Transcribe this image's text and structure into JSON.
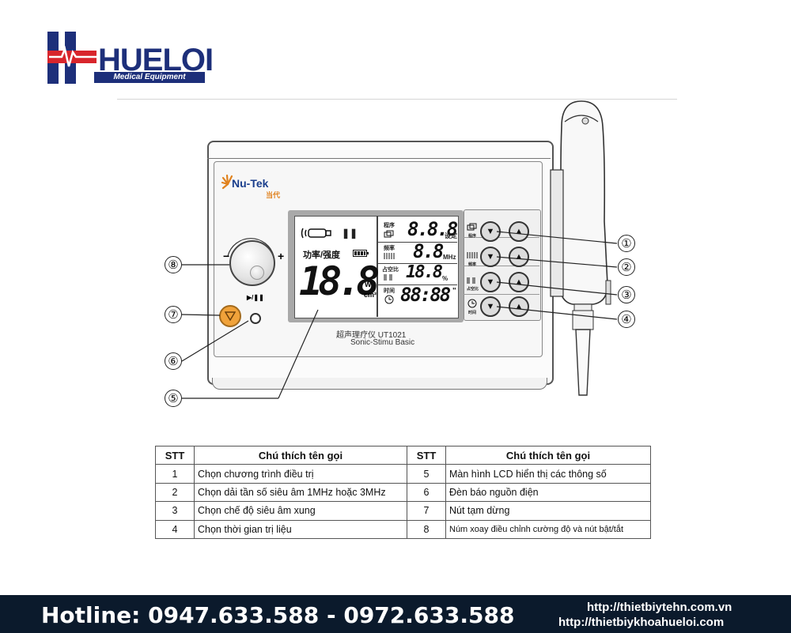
{
  "logo": {
    "wordmark": "HUELOI",
    "tagline": "Medical Equipment",
    "colors": {
      "blue": "#1d2f7a",
      "red": "#d8252c"
    }
  },
  "device": {
    "brand": "Nu-Tek",
    "brand_sub": "当代",
    "model_cn": "超声理疗仪 UT1021",
    "model_en": "Sonic-Stimu Basic",
    "knob": {
      "minus": "−",
      "plus": "+",
      "play_label": "▶/❚❚"
    },
    "lcd": {
      "power_label": "功率/强度",
      "pause_symbol": "❚❚",
      "main_value": "18.8",
      "main_unit_top": "W",
      "main_unit_bottom": "cm²",
      "rows": [
        {
          "label": "程序",
          "value": "8.8.8",
          "unit": "设定"
        },
        {
          "label": "频率",
          "value": "8.8",
          "unit": "MHz"
        },
        {
          "label": "占空比",
          "value": "18.8",
          "unit": "%"
        },
        {
          "label": "时间",
          "value": "88:88",
          "unit": "\""
        }
      ]
    },
    "button_rows": [
      {
        "label": "程序",
        "icon": "program-icon"
      },
      {
        "label": "频率",
        "icon": "frequency-icon"
      },
      {
        "label": "占空比",
        "icon": "duty-cycle-icon"
      },
      {
        "label": "时间",
        "icon": "clock-icon"
      }
    ],
    "callouts": [
      "①",
      "②",
      "③",
      "④",
      "⑤",
      "⑥",
      "⑦",
      "⑧"
    ]
  },
  "legend_table": {
    "headers": [
      "STT",
      "Chú thích tên gọi",
      "STT",
      "Chú thích tên gọi"
    ],
    "rows": [
      {
        "n1": "1",
        "d1": "Chọn chương trình điều trị",
        "n2": "5",
        "d2": "Màn hình LCD hiển thị các thông số"
      },
      {
        "n1": "2",
        "d1": "Chọn dải tần số siêu âm 1MHz hoặc 3MHz",
        "n2": "6",
        "d2": "Đèn báo nguồn điện"
      },
      {
        "n1": "3",
        "d1": "Chọn chế độ siêu âm xung",
        "n2": "7",
        "d2": "Nút tạm dừng"
      },
      {
        "n1": "4",
        "d1": "Chọn thời gian trị liệu",
        "n2": "8",
        "d2": "Núm xoay điều chỉnh cường độ và nút bật/tắt"
      }
    ]
  },
  "footer": {
    "hotline": "Hotline: 0947.633.588 - 0972.633.588",
    "url1": "http://thietbiytehn.com.vn",
    "url2": "http://thietbiykhoahueloi.com",
    "bg_color": "#0b1a2c"
  }
}
